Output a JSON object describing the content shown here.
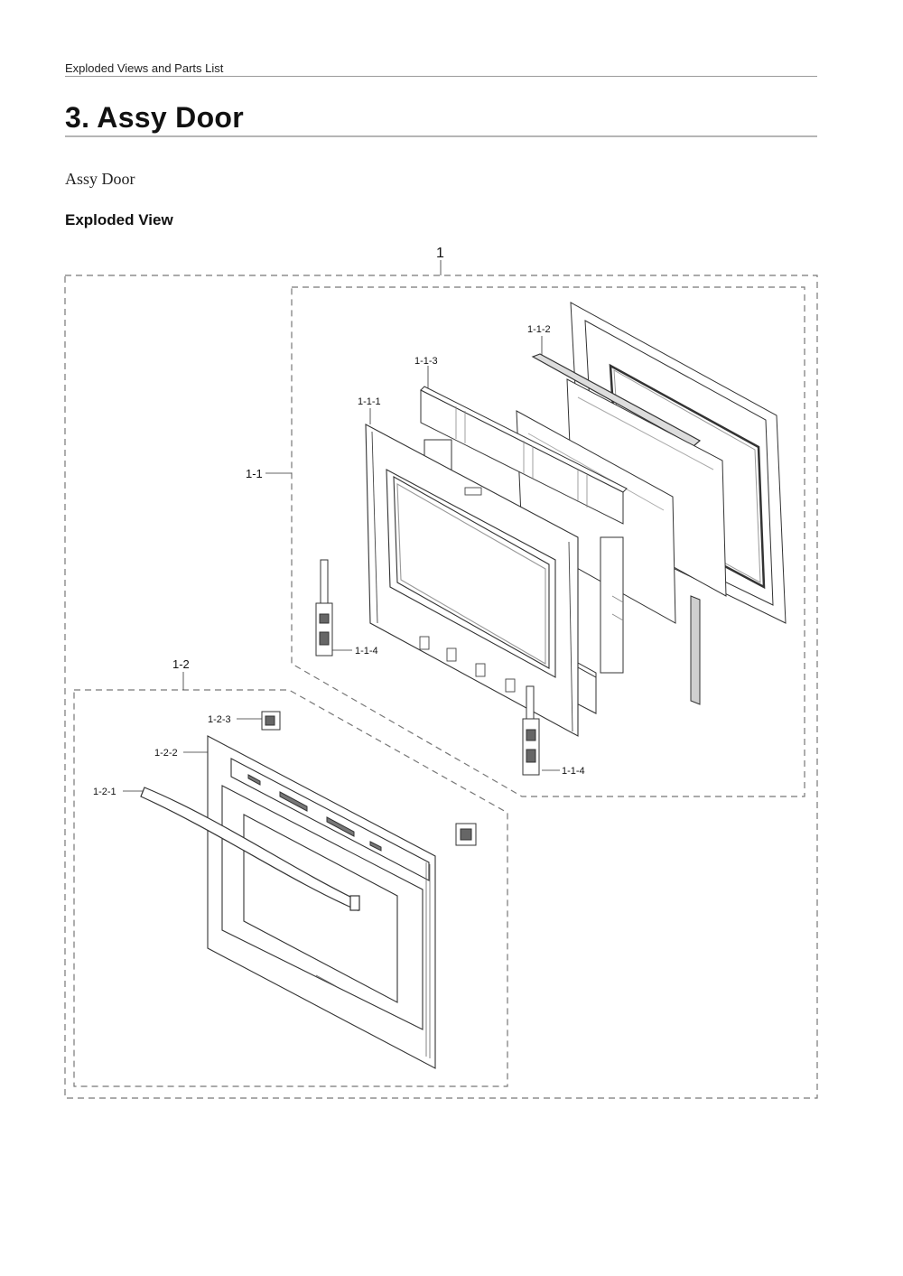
{
  "page": {
    "running_header": "Exploded Views and Parts List",
    "section_title": "3.  Assy Door",
    "subtitle": "Assy Door",
    "subheading": "Exploded View"
  },
  "diagram": {
    "labels": {
      "assembly": "1",
      "inner_group": "1-1",
      "outer_group": "1-2",
      "part_1_1_1": "1-1-1",
      "part_1_1_2": "1-1-2",
      "part_1_1_3": "1-1-3",
      "part_1_1_4_left": "1-1-4",
      "part_1_1_4_right": "1-1-4",
      "part_1_2_1": "1-2-1",
      "part_1_2_2": "1-2-2",
      "part_1_2_3": "1-2-3"
    }
  }
}
